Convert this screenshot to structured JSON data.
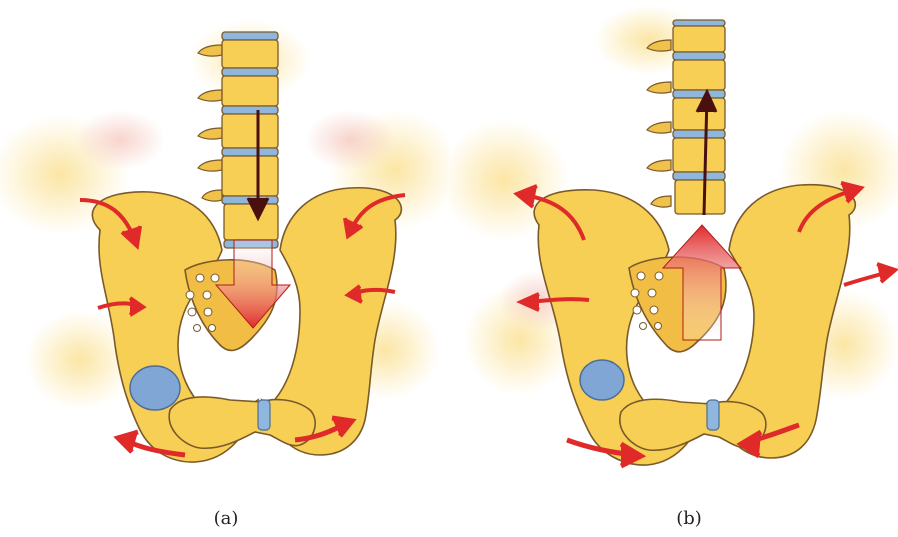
{
  "panels": [
    {
      "id": "a",
      "caption": "(a)"
    },
    {
      "id": "b",
      "caption": "(b)"
    }
  ],
  "colors": {
    "bone": "#f7cf55",
    "bone_shade": "#e9b23b",
    "outline": "#7a5a2a",
    "disc": "#8fb6dc",
    "arrow": "#e02a2a",
    "glow": "#fbe39a",
    "glow_pink": "#f6c9c0"
  },
  "icons": [
    "pelvis-illustration",
    "spine-illustration",
    "red-arrow-icon"
  ]
}
